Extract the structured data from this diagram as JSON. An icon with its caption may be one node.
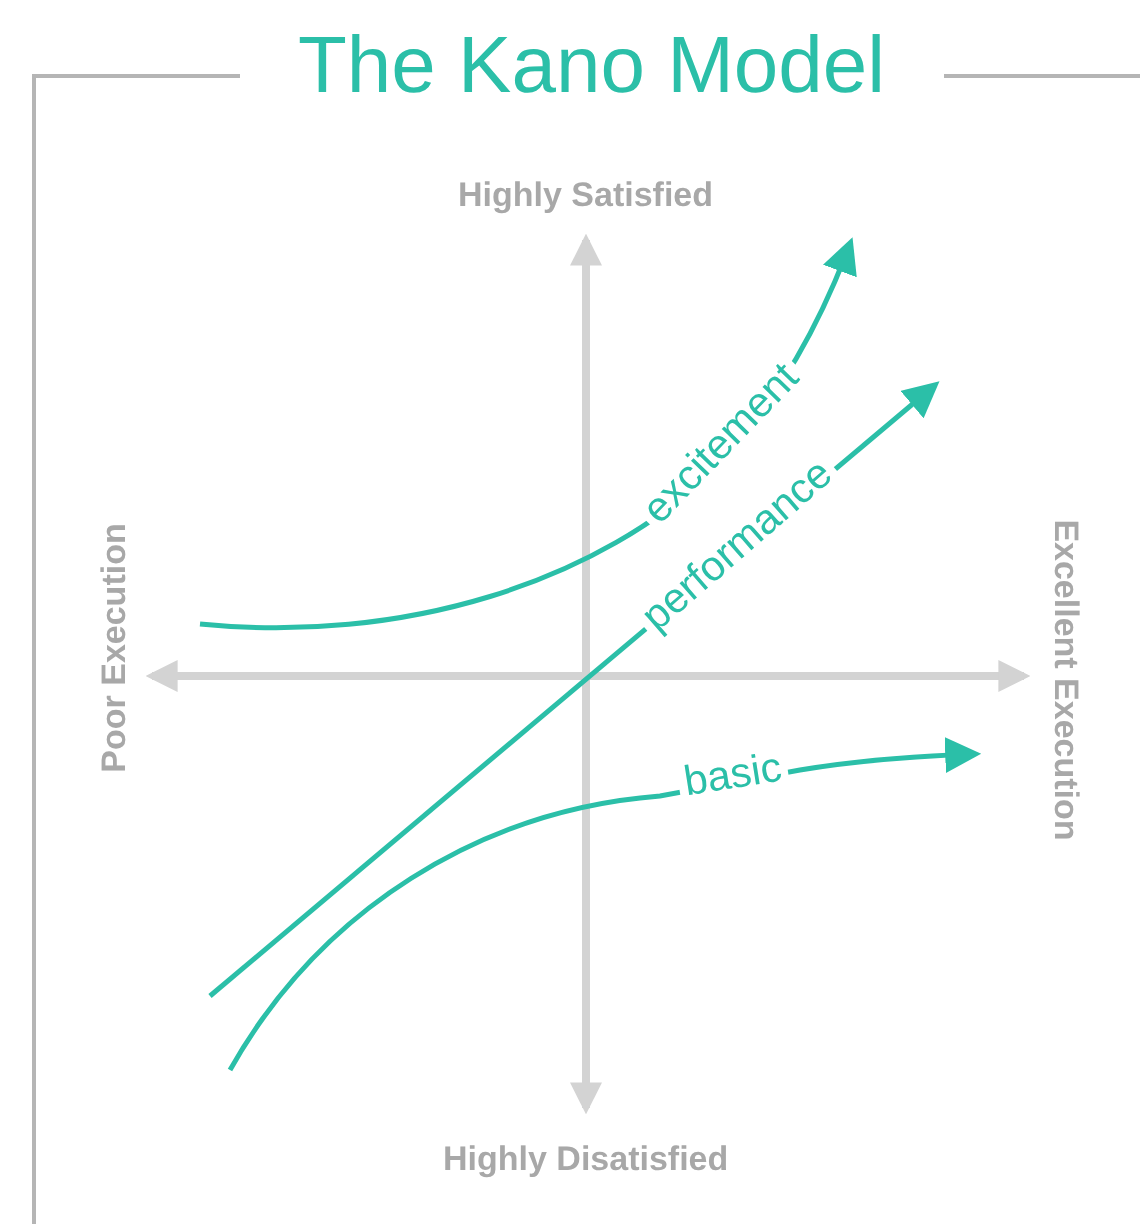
{
  "diagram": {
    "title": "The Kano Model",
    "labels": [
      "Highly Satisfied",
      "excitement",
      "performance",
      "Poor Execution",
      "Excellent Execution",
      "basic",
      "Highly Disatisfied"
    ]
  }
}
